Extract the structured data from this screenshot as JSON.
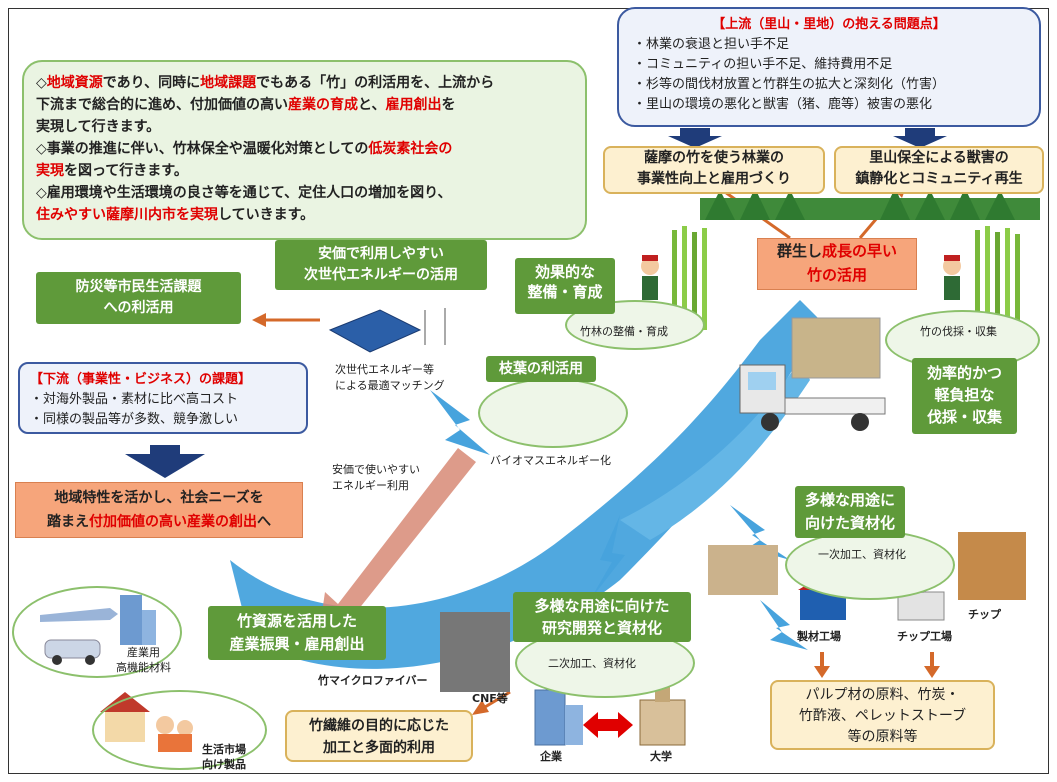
{
  "summary": {
    "lines": [
      [
        {
          "t": "◇",
          "r": false
        },
        {
          "t": "地域資源",
          "r": true
        },
        {
          "t": "であり、同時に",
          "r": false
        },
        {
          "t": "地域課題",
          "r": true
        },
        {
          "t": "でもある「竹」の利活用を、上流から",
          "r": false
        }
      ],
      [
        {
          "t": "下流まで総合的に進め、付加価値の高い",
          "r": false
        },
        {
          "t": "産業の育成",
          "r": true
        },
        {
          "t": "と、",
          "r": false
        },
        {
          "t": "雇用創出",
          "r": true
        },
        {
          "t": "を",
          "r": false
        }
      ],
      [
        {
          "t": "実現して行きます。",
          "r": false
        }
      ],
      [
        {
          "t": "◇事業の推進に伴い、竹林保全や温暖化対策としての",
          "r": false
        },
        {
          "t": "低炭素社会の",
          "r": true
        }
      ],
      [
        {
          "t": "実現",
          "r": true
        },
        {
          "t": "を図って行きます。",
          "r": false
        }
      ],
      [
        {
          "t": "◇雇用環境や生活環境の良さ等を通じて、定住人口の増加を図り、",
          "r": false
        }
      ],
      [
        {
          "t": "住みやすい薩摩川内市を実現",
          "r": true
        },
        {
          "t": "していきます。",
          "r": false
        }
      ]
    ]
  },
  "upstream": {
    "title": "【上流（里山・里地）の抱える問題点】",
    "items": [
      "・林業の衰退と担い手不足",
      "・コミュニティの担い手不足、維持費用不足",
      "・杉等の間伐材放置と竹群生の拡大と深刻化（竹害）",
      "・里山の環境の悪化と獣害（猪、鹿等）被害の悪化"
    ]
  },
  "goal_left": {
    "line1": "薩摩の竹を使う林業の",
    "line2": "事業性向上と雇用づくり"
  },
  "goal_right": {
    "line1": "里山保全による獣害の",
    "line2": "鎮静化とコミュニティ再生"
  },
  "center_box": {
    "line1_a": "群生し",
    "line1_b": "成長の早い",
    "line2": "竹の活用"
  },
  "effective": {
    "line1": "効果的な",
    "line2": "整備・育成",
    "caption": "竹林の整備・育成"
  },
  "harvest": {
    "caption": "竹の伐採・収集",
    "line1": "効率的かつ",
    "line2": "軽負担な",
    "line3": "伐採・収集"
  },
  "energy": {
    "line1": "安価で利用しやすい",
    "line2": "次世代エネルギーの活用",
    "caption1": "次世代エネルギー等",
    "caption2": "による最適マッチング"
  },
  "disaster": {
    "line1": "防災等市民生活課題",
    "line2": "への利活用"
  },
  "downstream": {
    "title": "【下流（事業性・ビジネス）の課題】",
    "items": [
      "・対海外製品・素材に比べ高コスト",
      "・同様の製品等が多数、競争激しい"
    ]
  },
  "branch": {
    "title": "枝葉の利活用",
    "caption": "バイオマスエネルギー化"
  },
  "cheap_energy": {
    "line1": "安価で使いやすい",
    "line2": "エネルギー利用"
  },
  "regional": {
    "line1": "地域特性を活かし、社会ニーズを",
    "line2_a": "踏まえ",
    "line2_b": "付加価値の高い産業の創出",
    "line2_c": "へ"
  },
  "industry": {
    "line1": "竹資源を活用した",
    "line2": "産業振興・雇用創出"
  },
  "research": {
    "line1": "多様な用途に向けた",
    "line2": "研究開発と資材化",
    "caption": "二次加工、資材化",
    "company": "企業",
    "university": "大学"
  },
  "materials": {
    "line1": "多様な用途に",
    "line2": "向けた資材化",
    "caption": "一次加工、資材化",
    "factory": "製材工場",
    "chip_factory": "チップ工場",
    "chip": "チップ"
  },
  "products": {
    "line1": "パルプ材の原料、竹炭・",
    "line2": "竹酢液、ペレットストーブ",
    "line3": "等の原料等"
  },
  "fiber": {
    "line1": "竹繊維の目的に応じた",
    "line2": "加工と多面的利用"
  },
  "labels": {
    "microfiber": "竹マイクロファイバー",
    "cnf": "CNF等",
    "industrial1": "産業用",
    "industrial2": "高機能材料",
    "life1": "生活市場",
    "life2": "向け製品"
  },
  "colors": {
    "green": "#5f9a3a",
    "river": "#47a3dd",
    "red": "#e00000",
    "orange": "#f6a57b",
    "cream": "#fdf0d0",
    "navy": "#1f3c7a"
  }
}
